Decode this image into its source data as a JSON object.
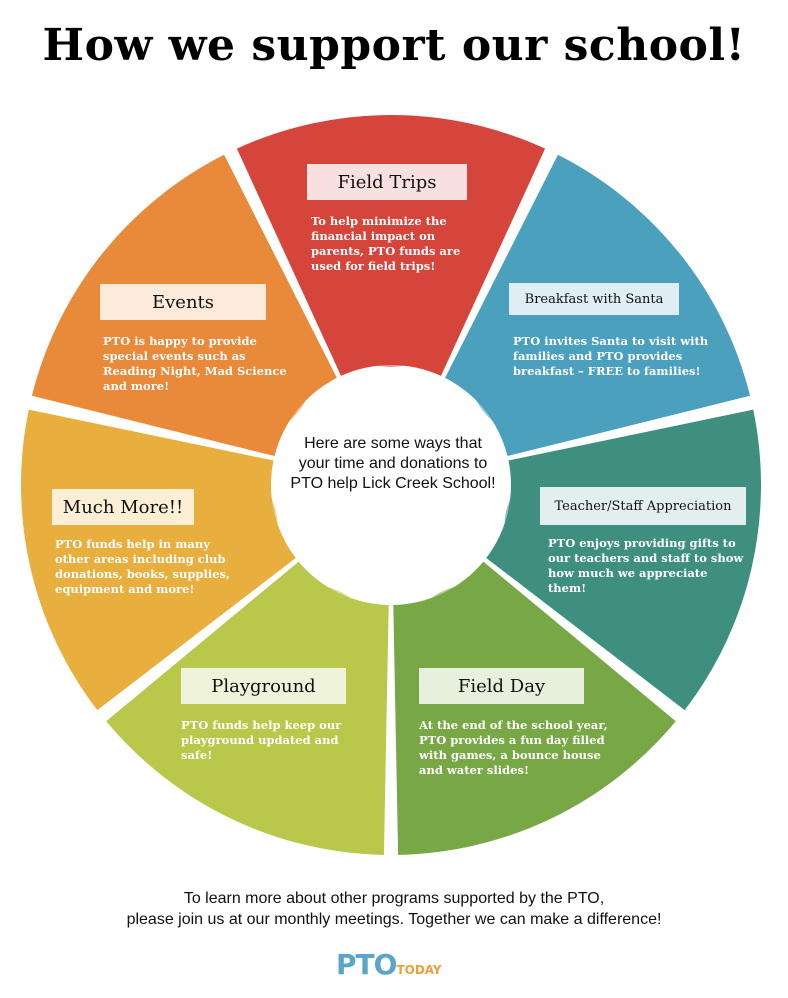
{
  "title": "How we support our school!",
  "center_text": "Here are some ways that your time and donations to PTO help Lick Creek School!",
  "segments": [
    {
      "name": "Field Trips",
      "color": "#d6453c",
      "description": "To help minimize the financial impact on parents, PTO funds are used for field trips!"
    },
    {
      "name": "Breakfast with Santa",
      "color": "#4aa0bd",
      "description": "PTO invites Santa to visit with families and PTO provides breakfast – FREE to families!"
    },
    {
      "name": "Teacher/Staff Appreciation",
      "color": "#3f8f80",
      "description": "PTO enjoys providing gifts to our teachers and staff to show how much we appreciate them!"
    },
    {
      "name": "Field Day",
      "color": "#78a746",
      "description": "At the end of the school year, PTO provides a fun day filled with games, a bounce house and water slides!"
    },
    {
      "name": "Playground",
      "color": "#b9c84a",
      "description": "PTO funds help keep our playground updated and safe!"
    },
    {
      "name": "Much More!!",
      "color": "#e8ae3e",
      "description": "PTO funds help in many other areas including club donations, books, supplies, equipment and more!"
    },
    {
      "name": "Events",
      "color": "#e9893a",
      "description": "PTO is happy to provide special events such as Reading Night, Mad Science and more!"
    }
  ],
  "footer": {
    "line1": "To learn more about other programs supported by the PTO,",
    "line2": "please join us at our monthly meetings. Together we can make a difference!"
  },
  "logo": {
    "main": "PTO",
    "sub": "TODAY"
  }
}
